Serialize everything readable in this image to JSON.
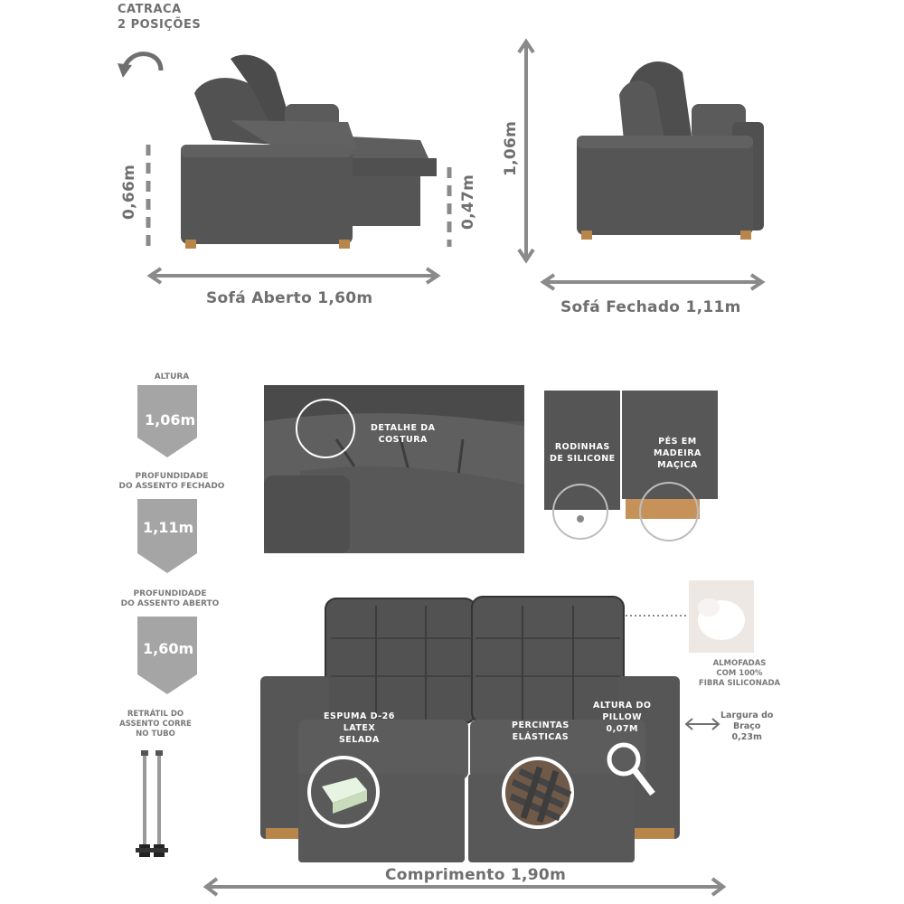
{
  "colors": {
    "fabric": "#5a5a5a",
    "fabric_dark": "#474747",
    "fabric_light": "#6b6b6b",
    "wood": "#b8864a",
    "label_gray": "#6f6f6f",
    "arrow_gray": "#8a8a8a",
    "badge_gray": "#a5a5a5"
  },
  "top": {
    "recline": {
      "line1": "CATRACA",
      "line2": "2 POSIÇÕES",
      "icon": "rotate-arrow-icon"
    },
    "open_height": "0,66m",
    "open_seat_height": "0,47m",
    "open_width": "Sofá Aberto 1,60m",
    "closed_height": "1,06m",
    "closed_width": "Sofá Fechado 1,11m"
  },
  "specs": [
    {
      "title": "ALTURA",
      "value": "1,06m"
    },
    {
      "title": "PROFUNDIDADE\nDO ASSENTO FECHADO",
      "value": "1,11m"
    },
    {
      "title": "PROFUNDIDADE\nDO ASSENTO ABERTO",
      "value": "1,60m"
    }
  ],
  "retractable": "RETRÁTIL DO\nASSENTO CORRE\nNO TUBO",
  "details": {
    "stitching": "DETALHE DA\nCOSTURA",
    "wheels": "RODINHAS\nDE SILICONE",
    "feet": "PÉS EM\nMADEIRA\nMAÇICA"
  },
  "front": {
    "foam": "ESPUMA D-26\nLATEX\nSELADA",
    "straps": "PERCINTAS\nELÁSTICAS",
    "pillow_height": "ALTURA DO\nPILLOW\n0,07M",
    "cushions": "ALMOFADAS\nCOM 100%\nFIBRA SILICONADA",
    "arm_width": "Largura do\nBraço\n0,23m",
    "length": "Comprimento 1,90m"
  }
}
